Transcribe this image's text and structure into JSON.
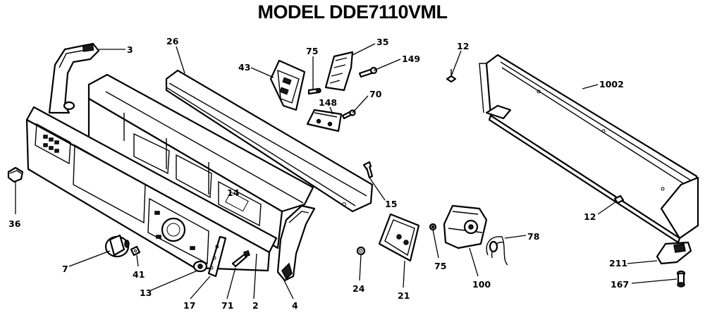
{
  "title": "MODEL DDE7110VML",
  "callouts": [
    {
      "id": "c-3",
      "label": "3"
    },
    {
      "id": "c-26",
      "label": "26"
    },
    {
      "id": "c-43",
      "label": "43"
    },
    {
      "id": "c-75a",
      "label": "75"
    },
    {
      "id": "c-35",
      "label": "35"
    },
    {
      "id": "c-149",
      "label": "149"
    },
    {
      "id": "c-12a",
      "label": "12"
    },
    {
      "id": "c-1002",
      "label": "1002"
    },
    {
      "id": "c-148",
      "label": "148"
    },
    {
      "id": "c-70",
      "label": "70"
    },
    {
      "id": "c-15",
      "label": "15"
    },
    {
      "id": "c-12b",
      "label": "12"
    },
    {
      "id": "c-36",
      "label": "36"
    },
    {
      "id": "c-14",
      "label": "14"
    },
    {
      "id": "c-7",
      "label": "7"
    },
    {
      "id": "c-41",
      "label": "41"
    },
    {
      "id": "c-13",
      "label": "13"
    },
    {
      "id": "c-17",
      "label": "17"
    },
    {
      "id": "c-71",
      "label": "71"
    },
    {
      "id": "c-2",
      "label": "2"
    },
    {
      "id": "c-4",
      "label": "4"
    },
    {
      "id": "c-24",
      "label": "24"
    },
    {
      "id": "c-21",
      "label": "21"
    },
    {
      "id": "c-75b",
      "label": "75"
    },
    {
      "id": "c-100",
      "label": "100"
    },
    {
      "id": "c-78",
      "label": "78"
    },
    {
      "id": "c-211",
      "label": "211"
    },
    {
      "id": "c-167",
      "label": "167"
    }
  ]
}
